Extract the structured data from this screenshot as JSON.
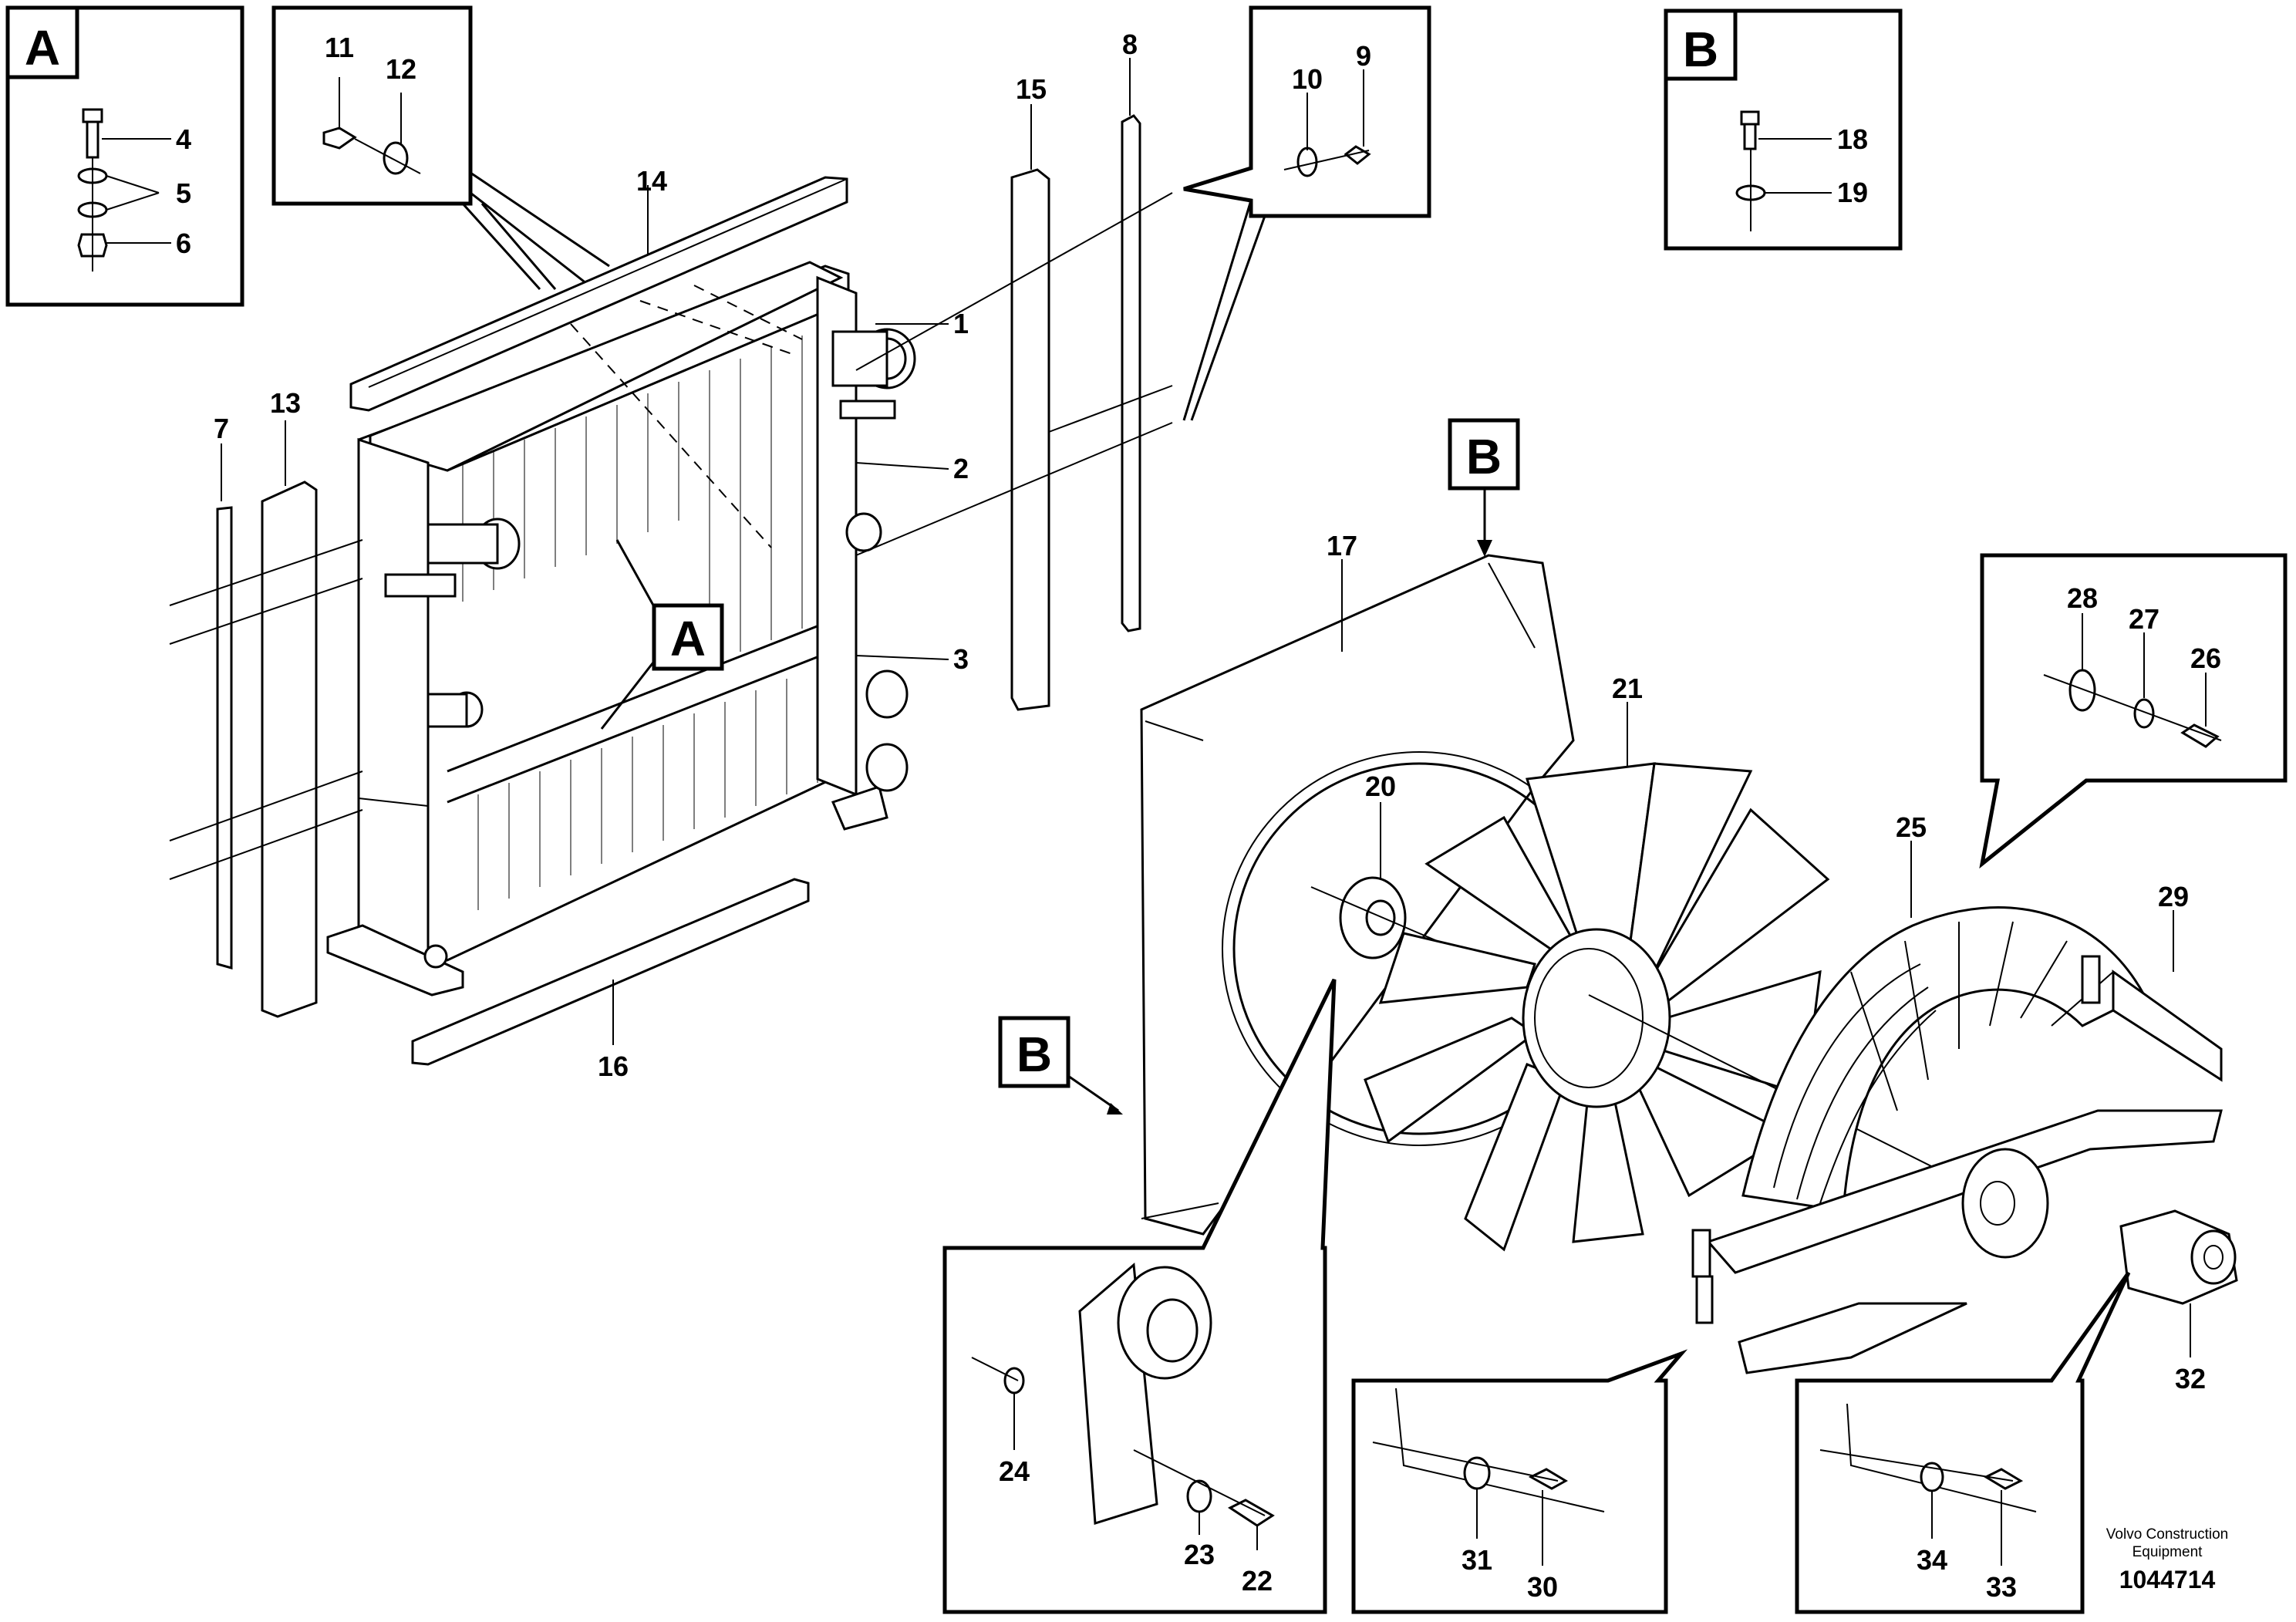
{
  "detail_boxes": {
    "a": "A",
    "b": "B"
  },
  "callouts": {
    "a_main": "A",
    "b_shroud_top": "B",
    "b_shroud_left": "B"
  },
  "parts": {
    "p1": "1",
    "p2": "2",
    "p3": "3",
    "p4": "4",
    "p5": "5",
    "p6": "6",
    "p7": "7",
    "p8": "8",
    "p9": "9",
    "p10": "10",
    "p11": "11",
    "p12": "12",
    "p13": "13",
    "p14": "14",
    "p15": "15",
    "p16": "16",
    "p17": "17",
    "p18": "18",
    "p19": "19",
    "p20": "20",
    "p21": "21",
    "p22": "22",
    "p23": "23",
    "p24": "24",
    "p25": "25",
    "p26": "26",
    "p27": "27",
    "p28": "28",
    "p29": "29",
    "p30": "30",
    "p31": "31",
    "p32": "32",
    "p33": "33",
    "p34": "34"
  },
  "footer": {
    "company": "Volvo Construction Equipment",
    "illustration_number": "1044714"
  }
}
